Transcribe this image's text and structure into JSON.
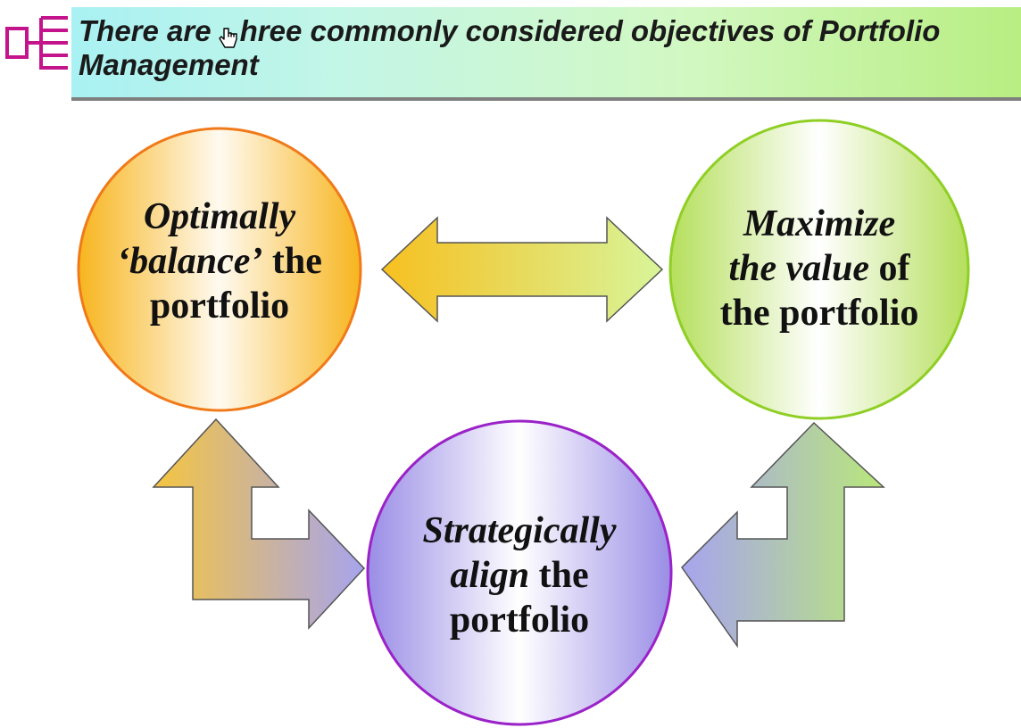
{
  "header": {
    "title": "There are three commonly considered objectives of Portfolio Management",
    "title_line1_a": "There are",
    "title_line1_b": "hree commonly considered objectives of Portfolio",
    "title_line2": "Management",
    "logo_icon": "org-chart-icon",
    "cursor_icon": "hand-pointer-icon"
  },
  "objectives": {
    "balance": {
      "line1_italic": "Optimally",
      "line2_italic": "‘balance’",
      "line2_rest": " the",
      "line3": "portfolio",
      "color": "#f7b51e",
      "border": "#f07a1a"
    },
    "value": {
      "line1_italic": "Maximize",
      "line2_italic": "the value",
      "line2_rest": " of",
      "line3": "the portfolio",
      "color": "#b8e06a",
      "border": "#8fcf25"
    },
    "align": {
      "line1_italic": "Strategically",
      "line2_italic": "align",
      "line2_rest": " the",
      "line3": "portfolio",
      "color": "#9b8ee6",
      "border": "#9b22c8"
    }
  },
  "colors": {
    "title_gradient_start": "#a9f1f3",
    "title_gradient_end": "#b8ee82",
    "title_rule": "#7f7f7f",
    "logo": "#c4148c"
  }
}
